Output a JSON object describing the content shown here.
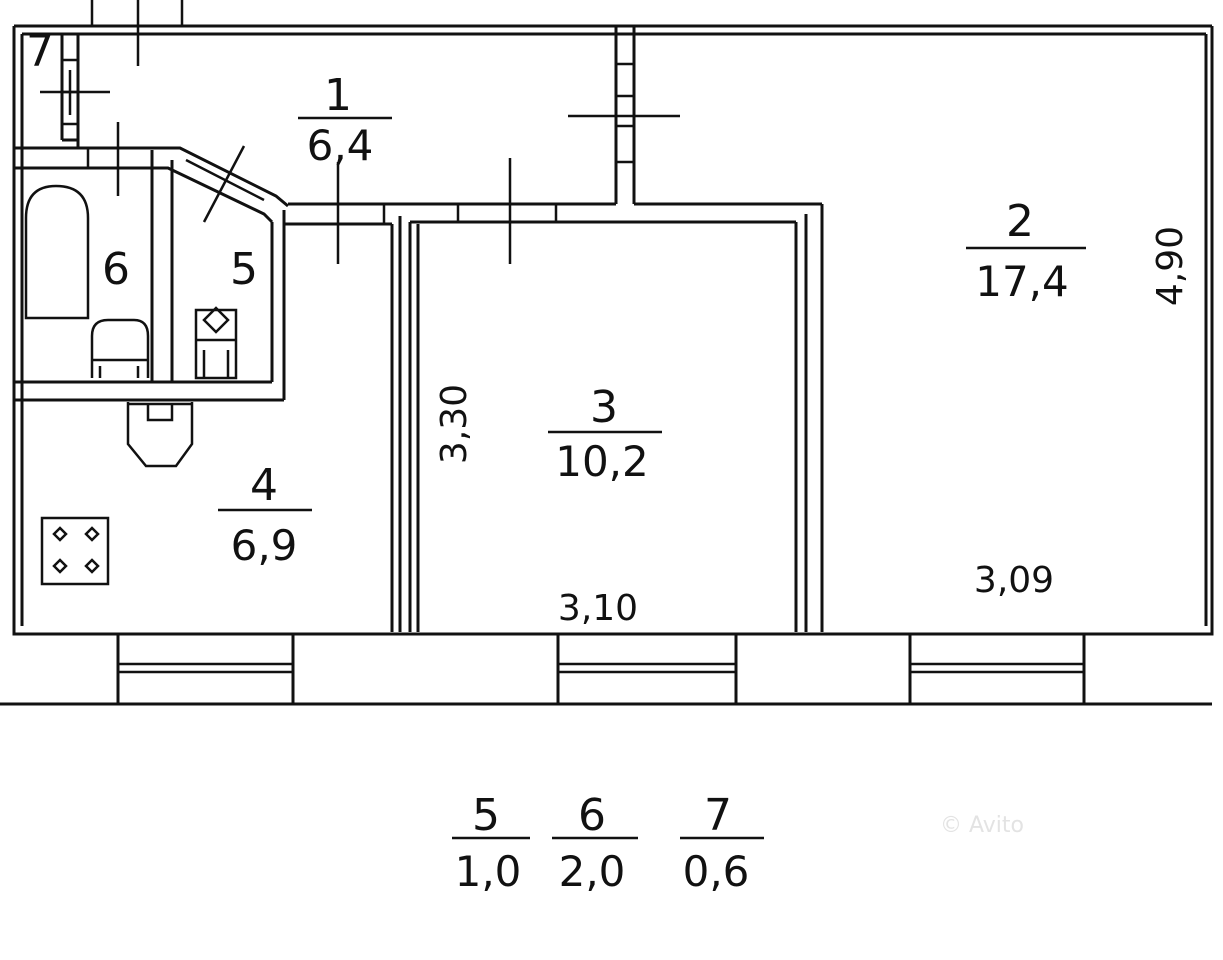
{
  "rooms": [
    {
      "number": "1",
      "area": "6,4"
    },
    {
      "number": "2",
      "area": "17,4"
    },
    {
      "number": "3",
      "area": "10,2"
    },
    {
      "number": "4",
      "area": "6,9"
    },
    {
      "number": "5",
      "area": "1,0"
    },
    {
      "number": "6",
      "area": "2,0"
    },
    {
      "number": "7",
      "area": "0,6"
    }
  ],
  "dimensions": {
    "room2_height": "4,90",
    "room2_width": "3,09",
    "room3_height": "3,30",
    "room3_width": "3,10"
  },
  "watermark": "© Avito"
}
